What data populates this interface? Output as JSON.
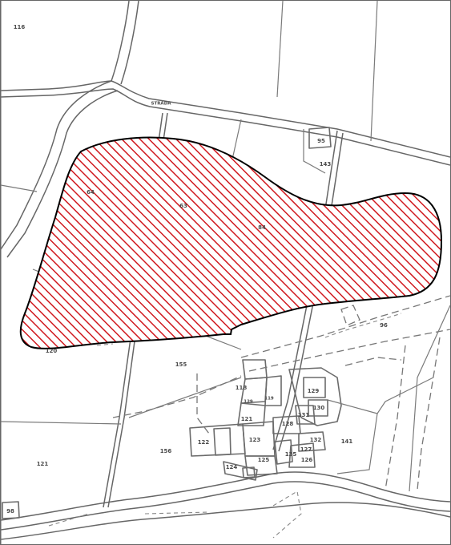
{
  "map": {
    "hatch_color": "#d0191f",
    "outline_color": "#000000",
    "line_color": "#6b6b6b",
    "road_label": "STRADA",
    "parcel_labels": {
      "p116": "116",
      "p95": "95",
      "p143": "143",
      "p64": "64",
      "p63": "63",
      "p84": "84",
      "p120": "120",
      "p155": "155",
      "p96": "96",
      "p118": "118",
      "p129a": "129",
      "p119": "119",
      "p129": "129",
      "p130": "130",
      "p121": "121",
      "p131": "131",
      "p128": "128",
      "p122": "122",
      "p123": "123",
      "p132": "132",
      "p127": "127",
      "p126": "126",
      "p141": "141",
      "p156": "156",
      "p135": "135",
      "p125": "125",
      "p124": "124",
      "p121b": "121",
      "p98": "98"
    }
  }
}
